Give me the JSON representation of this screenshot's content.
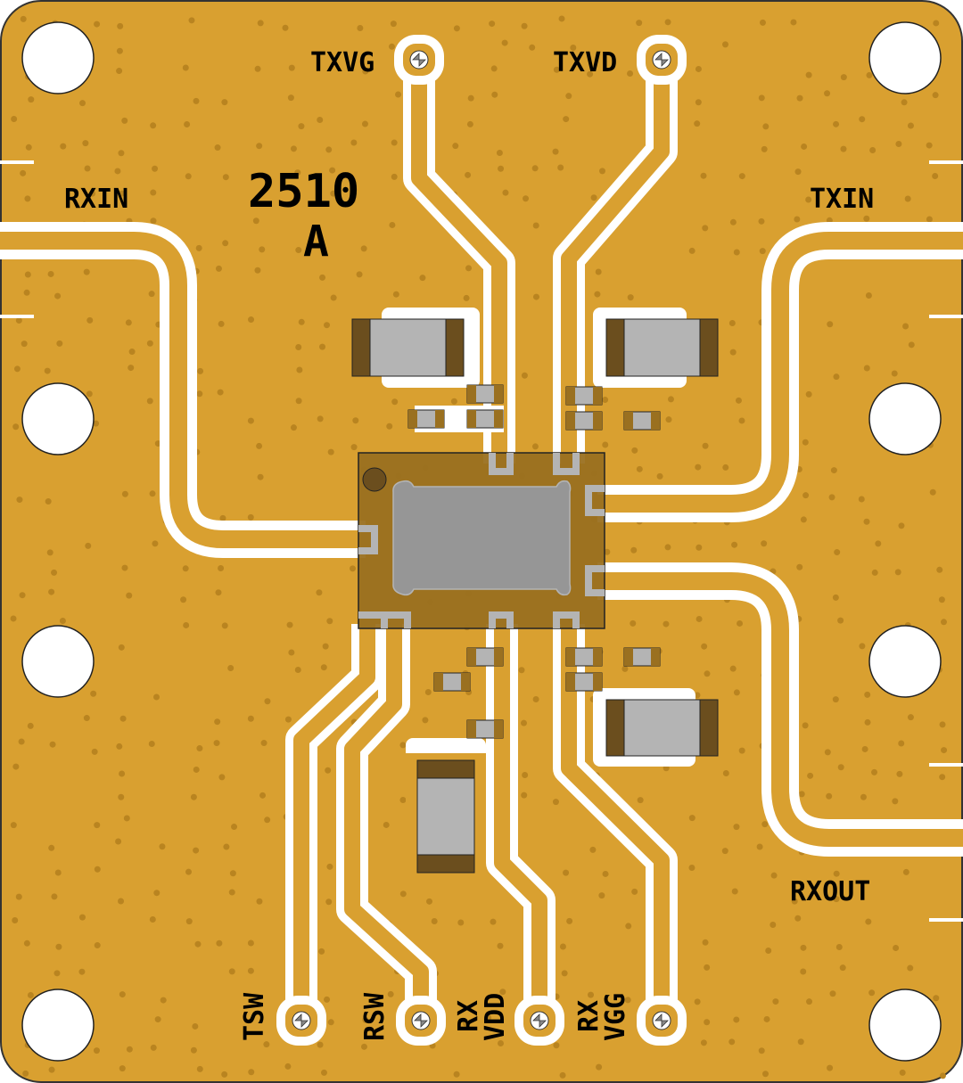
{
  "board": {
    "part_number": "2510",
    "revision": "A",
    "colors": {
      "copper": "#D9A030",
      "clearance": "#FFFFFF",
      "via": "#B98420",
      "package": "#9A7020",
      "paddle": "#969696",
      "component_end": "#6B4E1E",
      "component_body": "#B4B4B4"
    }
  },
  "labels": {
    "txvg": "TXVG",
    "txvd": "TXVD",
    "rxin": "RXIN",
    "txin": "TXIN",
    "rxout": "RXOUT",
    "tsw": "TSW",
    "rsw": "RSW",
    "rxvdd_1": "RX",
    "rxvdd_2": "VDD",
    "rxvgg_1": "RX",
    "rxvgg_2": "VGG"
  }
}
